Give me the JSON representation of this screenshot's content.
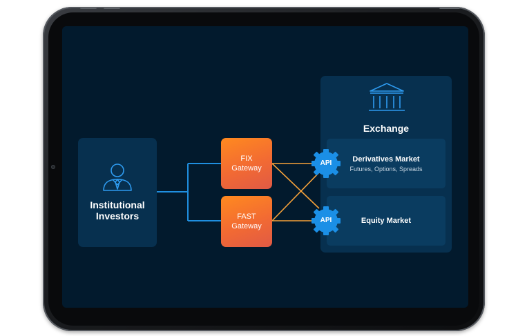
{
  "investors": {
    "label": "Institutional\nInvestors",
    "icon": "person-with-tie-icon"
  },
  "gateways": [
    {
      "label": "FIX\nGateway"
    },
    {
      "label": "FAST\nGateway"
    }
  ],
  "exchange": {
    "label": "Exchange",
    "icon": "bank-building-icon",
    "markets": [
      {
        "title": "Derivatives Market",
        "subtitle": "Futures, Options, Spreads",
        "api_label": "API"
      },
      {
        "title": "Equity Market",
        "subtitle": "",
        "api_label": "API"
      }
    ]
  },
  "colors": {
    "screen_bg": "#021a2d",
    "panel_bg": "#07304f",
    "market_bg": "#0a3c60",
    "investor_link": "#1f8fe0",
    "gateway_link": "#f7a23a",
    "gateway_fill": "#f47b2a",
    "api_gear": "#1b8fe6",
    "icon_stroke": "#2e9bf0"
  }
}
